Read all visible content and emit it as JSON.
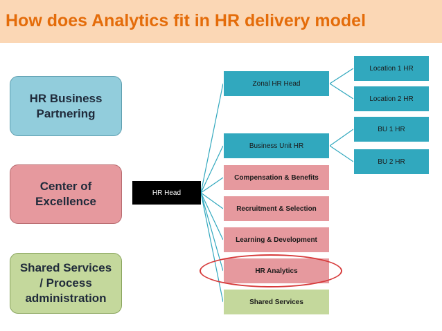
{
  "title": "How does Analytics fit in HR delivery model",
  "side_boxes": {
    "hr_business_partnering": "HR Business\nPartnering",
    "center_of_excellence": "Center of\nExcellence",
    "shared_services": "Shared Services\n/ Process\nadministration"
  },
  "hr_head": "HR Head",
  "functions": {
    "zonal_hr_head": "Zonal HR Head",
    "business_unit_hr": "Business Unit HR",
    "compensation_benefits": "Compensation & Benefits",
    "recruitment_selection": "Recruitment & Selection",
    "learning_development": "Learning & Development",
    "hr_analytics": "HR Analytics",
    "shared_services": "Shared Services"
  },
  "sub_units": {
    "location_1_hr": "Location 1 HR",
    "location_2_hr": "Location 2 HR",
    "bu_1_hr": "BU 1 HR",
    "bu_2_hr": "BU 2 HR"
  },
  "colors": {
    "title": "#e46c0a",
    "title_band": "#fbd7b5",
    "teal": "#31a8be",
    "pink": "#e6999e",
    "green": "#c4d89c",
    "blue": "#92cddc",
    "highlight_ring": "#d63a3a"
  }
}
